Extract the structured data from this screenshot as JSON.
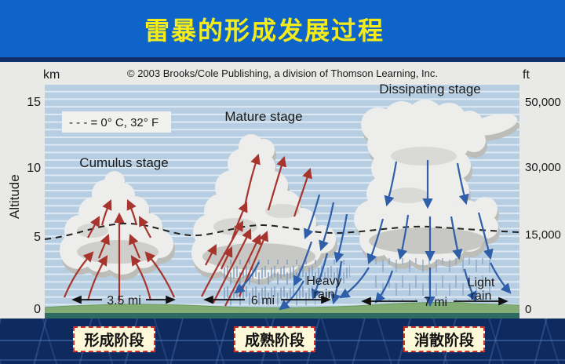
{
  "slide": {
    "title": "雷暴的形成发展过程"
  },
  "figure": {
    "copyright": "© 2003 Brooks/Cole Publishing, a division of Thomson Learning, Inc.",
    "left_axis": {
      "unit": "km",
      "label": "Altitude",
      "ticks": [
        "15",
        "10",
        "5",
        "0"
      ]
    },
    "right_axis": {
      "unit": "ft",
      "ticks": [
        "50,000",
        "30,000",
        "15,000",
        "0"
      ]
    },
    "legend": "- - -  =  0° C, 32° F",
    "stages": [
      {
        "label": "Cumulus stage",
        "width": "3.5 mi"
      },
      {
        "label": "Mature stage",
        "width": "6 mi",
        "rain1": "Heavy",
        "rain2": "rain"
      },
      {
        "label": "Dissipating stage",
        "width": "7 mi",
        "rain1": "Light",
        "rain2": "rain"
      }
    ]
  },
  "captions": [
    {
      "label": "形成阶段"
    },
    {
      "label": "成熟阶段"
    },
    {
      "label": "消散阶段"
    }
  ],
  "colors": {
    "title_text": "#f4ec1a",
    "slide_top": "#0e64c8",
    "slide_bottom": "#0e2a5e",
    "plot_background": "#b7cee2",
    "updraft_arrows": "#a8342e",
    "downdraft_arrows": "#2f5fa8",
    "ground": "#83ad74",
    "caption_background": "#fdf8d8",
    "caption_border": "#d93025"
  }
}
